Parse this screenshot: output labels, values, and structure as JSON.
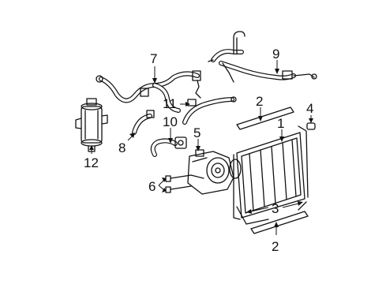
{
  "diagram": {
    "callouts": [
      {
        "id": "1",
        "text": "1"
      },
      {
        "id": "2a",
        "text": "2"
      },
      {
        "id": "2b",
        "text": "2"
      },
      {
        "id": "3",
        "text": "3"
      },
      {
        "id": "4",
        "text": "4"
      },
      {
        "id": "5",
        "text": "5"
      },
      {
        "id": "6",
        "text": "6"
      },
      {
        "id": "7",
        "text": "7"
      },
      {
        "id": "8",
        "text": "8"
      },
      {
        "id": "9",
        "text": "9"
      },
      {
        "id": "10",
        "text": "10"
      },
      {
        "id": "11",
        "text": "11"
      },
      {
        "id": "12",
        "text": "12"
      }
    ]
  }
}
